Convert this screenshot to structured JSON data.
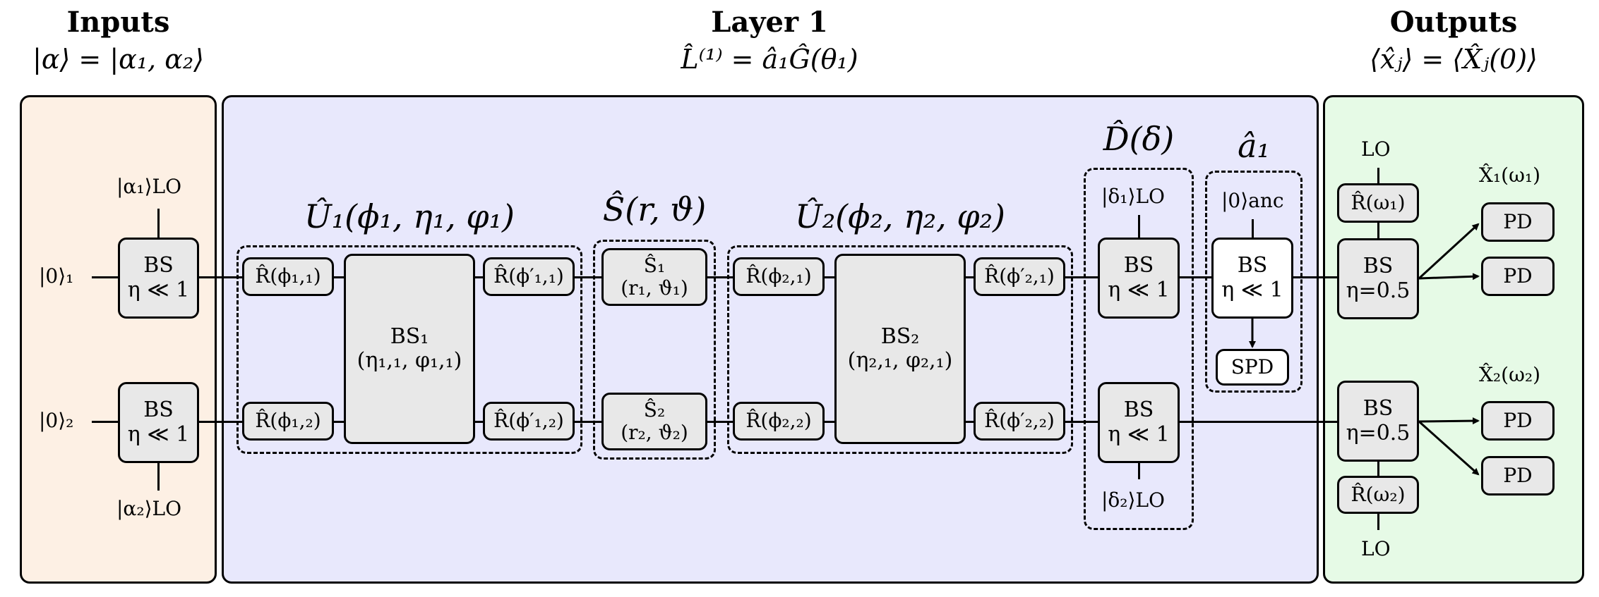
{
  "headers": {
    "inputs": {
      "title": "Inputs",
      "subtitle": "|α⟩ = |α₁, α₂⟩"
    },
    "layer": {
      "title": "Layer 1",
      "subtitle": "L̂⁽¹⁾ = â₁Ĝ(θ₁)"
    },
    "outputs": {
      "title": "Outputs",
      "subtitle": "⟨x̂ⱼ⟩ = ⟨X̂ⱼ(0)⟩"
    }
  },
  "colors": {
    "inputs_bg": "#fdf0e4",
    "layer_bg": "#e8e8fc",
    "outputs_bg": "#e6fae6",
    "box_bg": "#e8e8e8"
  },
  "inputs": {
    "mode1": "|0⟩₁",
    "mode2": "|0⟩₂",
    "lo1": "|α₁⟩LO",
    "lo2": "|α₂⟩LO",
    "bs1": {
      "line1": "BS",
      "line2": "η ≪ 1"
    },
    "bs2": {
      "line1": "BS",
      "line2": "η ≪ 1"
    }
  },
  "groups": {
    "u1": "Û₁(ϕ₁, η₁, φ₁)",
    "s": "Ŝ(r, ϑ)",
    "u2": "Û₂(ϕ₂, η₂, φ₂)",
    "d": "D̂(δ)",
    "a1": "â₁"
  },
  "u1": {
    "r11": "R̂(ϕ₁,₁)",
    "r12": "R̂(ϕ₁,₂)",
    "rp11": "R̂(ϕ′₁,₁)",
    "rp12": "R̂(ϕ′₁,₂)",
    "bs": {
      "line1": "BS₁",
      "line2": "(η₁,₁, φ₁,₁)"
    }
  },
  "squeeze": {
    "s1": {
      "line1": "Ŝ₁",
      "line2": "(r₁, ϑ₁)"
    },
    "s2": {
      "line1": "Ŝ₂",
      "line2": "(r₂, ϑ₂)"
    }
  },
  "u2": {
    "r21": "R̂(ϕ₂,₁)",
    "r22": "R̂(ϕ₂,₂)",
    "rp21": "R̂(ϕ′₂,₁)",
    "rp22": "R̂(ϕ′₂,₂)",
    "bs": {
      "line1": "BS₂",
      "line2": "(η₂,₁, φ₂,₁)"
    }
  },
  "displacement": {
    "delta1": "|δ₁⟩LO",
    "delta2": "|δ₂⟩LO",
    "bs1": {
      "line1": "BS",
      "line2": "η ≪ 1"
    },
    "bs2": {
      "line1": "BS",
      "line2": "η ≪ 1"
    }
  },
  "subtraction": {
    "anc": "|0⟩anc",
    "bs": {
      "line1": "BS",
      "line2": "η ≪ 1"
    },
    "spd": "SPD"
  },
  "outputs": {
    "lo_top": "LO",
    "lo_bottom": "LO",
    "r_w1": "R̂(ω₁)",
    "r_w2": "R̂(ω₂)",
    "bs1": {
      "line1": "BS",
      "line2": "η=0.5"
    },
    "bs2": {
      "line1": "BS",
      "line2": "η=0.5"
    },
    "x1": "X̂₁(ω₁)",
    "x2": "X̂₂(ω₂)",
    "pd": [
      "PD",
      "PD",
      "PD",
      "PD"
    ]
  }
}
